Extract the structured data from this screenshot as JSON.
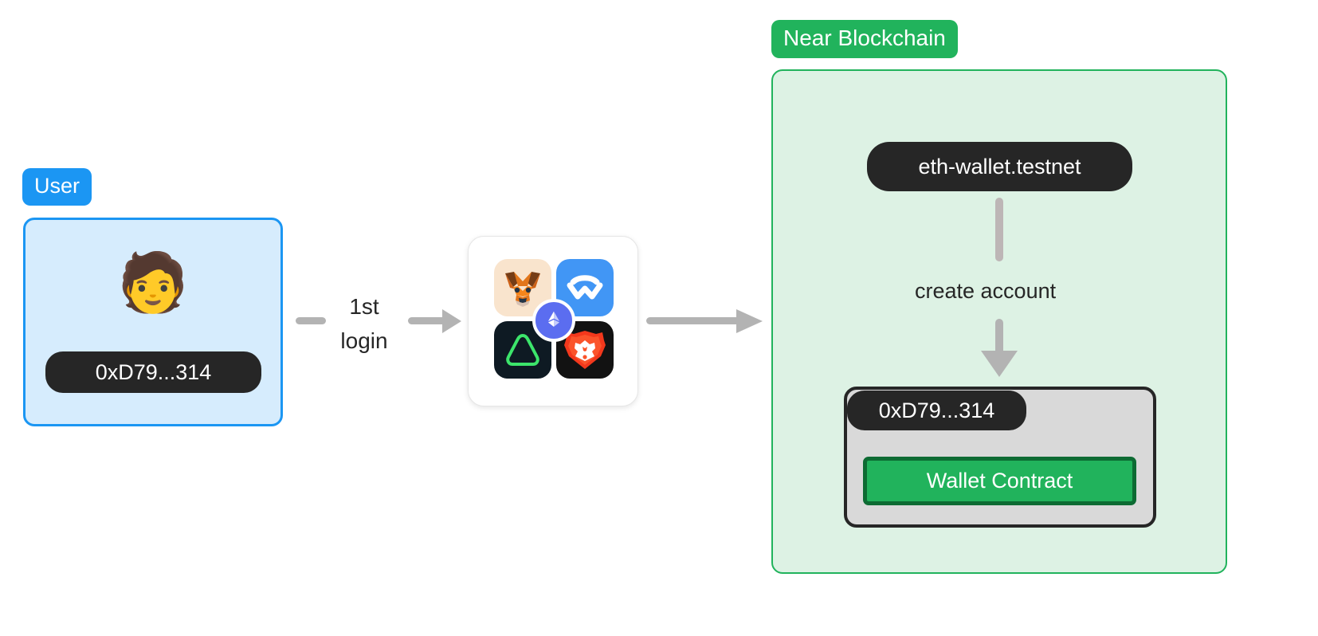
{
  "diagram": {
    "title_hidden": "",
    "groups": {
      "user": {
        "label": "User",
        "accent_color": "#1b96f3",
        "fill_color": "#d6ecfd",
        "avatar_icon": "person-emoji",
        "avatar_glyph": "🧑",
        "address": "0xD79...314"
      },
      "near": {
        "label": "Near Blockchain",
        "accent_color": "#21b35c",
        "fill_color": "#ddf2e4",
        "account_id": "eth-wallet.testnet",
        "contract_address": "0xD79...314",
        "contract_button_label": "Wallet Contract",
        "contract_box_fill": "#d9d9d9",
        "contract_box_border": "#262626",
        "contract_button_border": "#0d6b33"
      }
    },
    "edges": {
      "user_to_wallets": "1st login",
      "wallets_to_near": "",
      "account_to_contract": "create account",
      "connector_color": "#b3b3b3"
    },
    "wallets": {
      "card_background": "#ffffff",
      "items": [
        {
          "name": "metamask",
          "icon": "metamask-fox-icon",
          "bg": "#f9e4cd"
        },
        {
          "name": "walletconnect",
          "icon": "walletconnect-icon",
          "bg": "#4196f5"
        },
        {
          "name": "rainbow",
          "icon": "rainbow-triangle-icon",
          "bg": "#0e1a23"
        },
        {
          "name": "brave",
          "icon": "brave-lion-icon",
          "bg": "#121212"
        }
      ],
      "center_badge": {
        "name": "ethereum",
        "icon": "ethereum-diamond-icon",
        "bg": "#5b6df0"
      }
    }
  }
}
